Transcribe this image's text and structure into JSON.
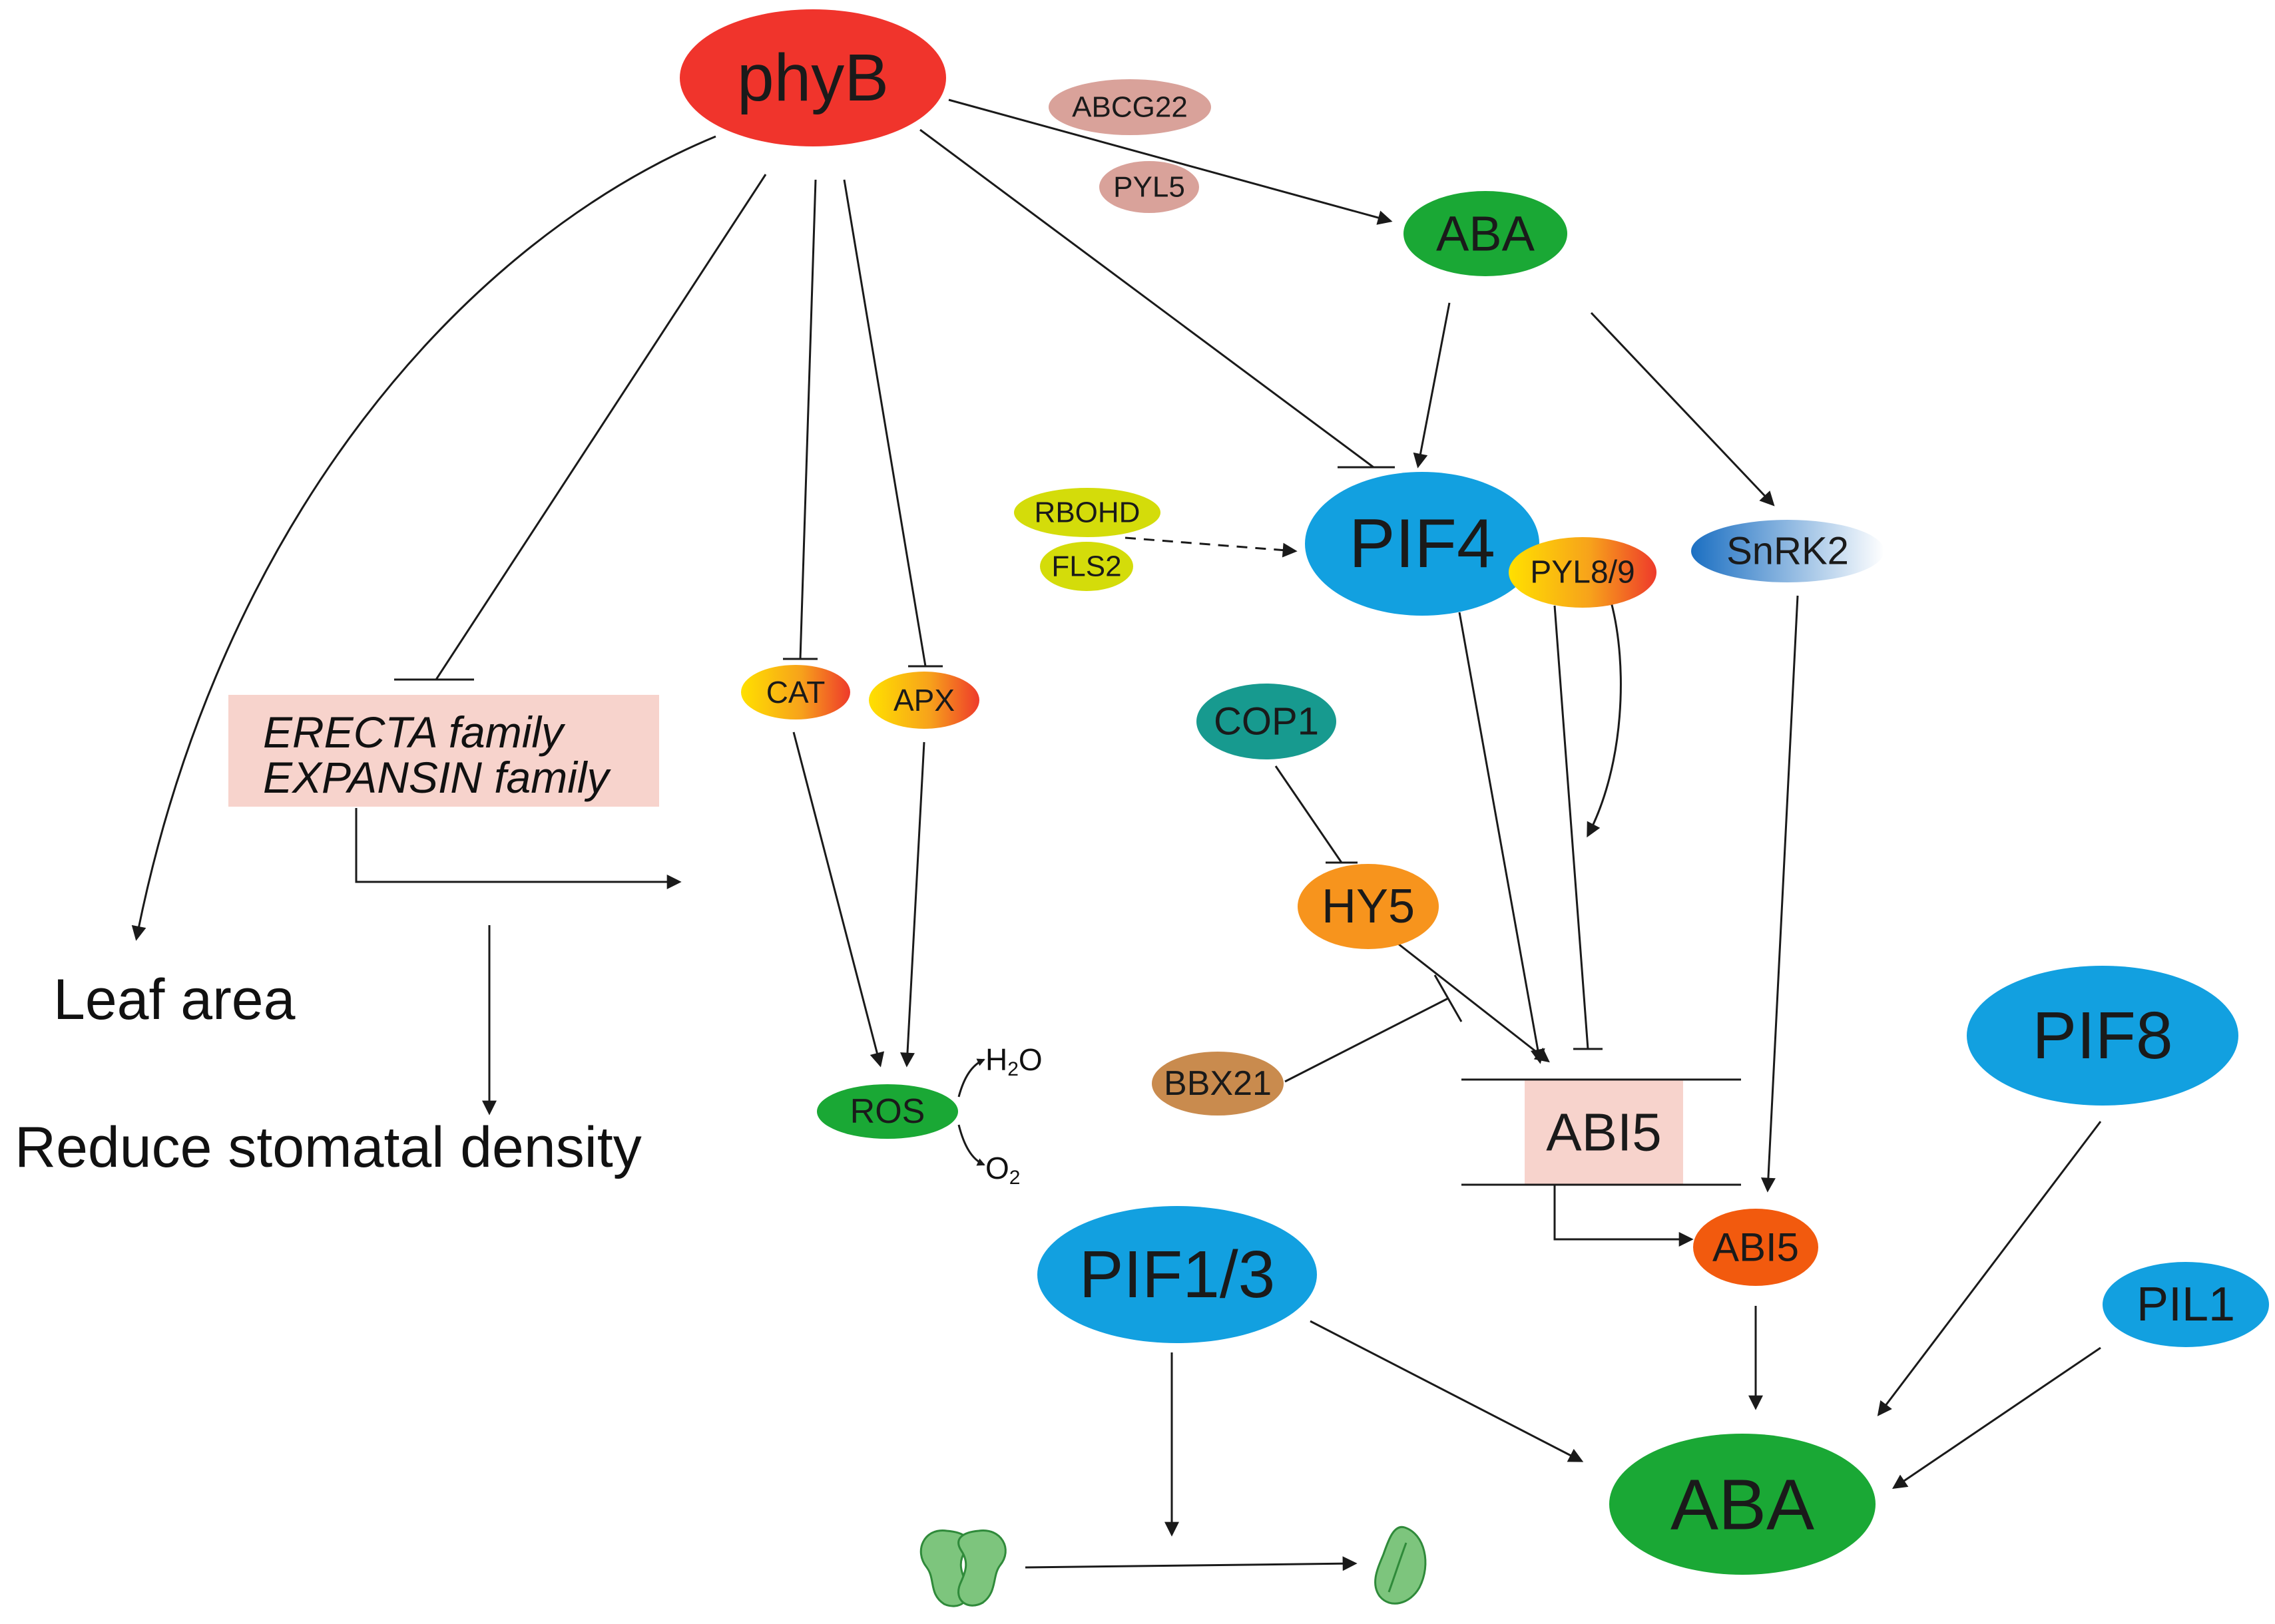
{
  "nodes": {
    "phyB": "phyB",
    "abcg22": "ABCG22",
    "pyl5": "PYL5",
    "aba_top": "ABA",
    "pif4": "PIF4",
    "rbohd": "RBOHD",
    "fls2": "FLS2",
    "pyl89": "PYL8/9",
    "snrk2": "SnRK2",
    "cat": "CAT",
    "apx": "APX",
    "cop1": "COP1",
    "hy5": "HY5",
    "bbx21": "BBX21",
    "abi5_box": "ABI5",
    "abi5": "ABI5",
    "ros": "ROS",
    "pif13": "PIF1/3",
    "pif8": "PIF8",
    "pil1": "PIL1",
    "aba_bottom": "ABA"
  },
  "gene_box": {
    "line1": "ERECTA family",
    "line2": "EXPANSIN family"
  },
  "outputs": {
    "leaf_area": "Leaf area",
    "stomatal_density": "Reduce stomatal density"
  },
  "ros_products": {
    "water": {
      "base": "H",
      "sub": "2",
      "tail": "O"
    },
    "oxygen": {
      "base": "O",
      "sub": "2"
    }
  },
  "colors": {
    "phyB": "#f0342c",
    "abcg22_pyl5": "#d9a29a",
    "aba": "#1aa835",
    "pif": "#12a0e0",
    "yellow_green": "#d4dc0a",
    "cop1": "#179a8f",
    "hy5": "#f7941d",
    "bbx21": "#c98b4e",
    "abi5_box_bg": "#f7d3cc",
    "gene_box_bg": "#f7d3cc",
    "abi5": "#f25a0e",
    "stomata": "#7dc57d",
    "stomata_stroke": "#2f8a3a"
  }
}
